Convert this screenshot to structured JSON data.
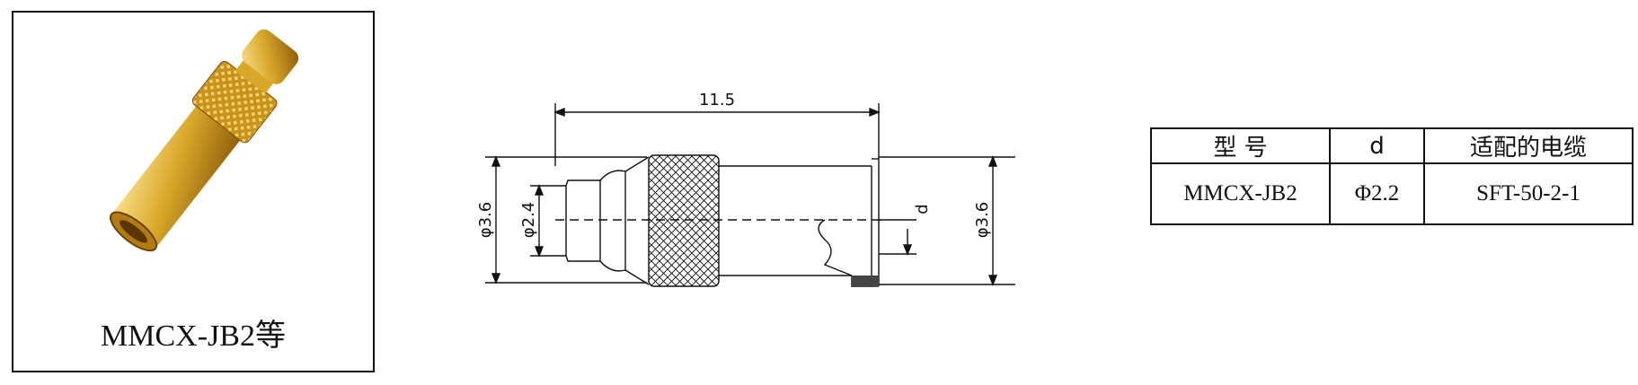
{
  "photo": {
    "caption": "MMCX-JB2等"
  },
  "drawing": {
    "dim_length": "11.5",
    "dim_outer_left": "φ3.6",
    "dim_inner": "φ2.4",
    "dim_d": "d",
    "dim_outer_right": "φ3.6"
  },
  "table": {
    "headers": [
      "型  号",
      "d",
      "适配的电缆"
    ],
    "row": [
      "MMCX-JB2",
      "Φ2.2",
      "SFT-50-2-1"
    ]
  },
  "colors": {
    "gold_light": "#f6d46a",
    "gold_mid": "#d9a82a",
    "gold_dark": "#8a5a08",
    "line": "#111111"
  }
}
